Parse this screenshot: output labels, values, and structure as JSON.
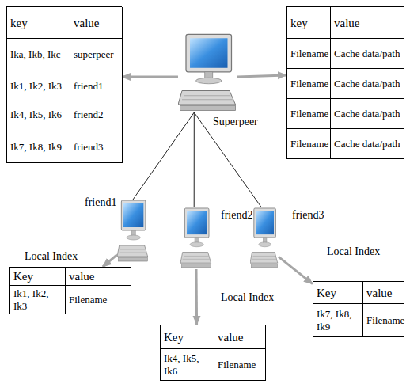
{
  "diagram": {
    "nodes": [
      {
        "text": [
          "Superpeer"
        ]
      },
      {
        "text": [
          "key",
          "value",
          "Ika, Ikb, Ikc",
          "superpeer",
          "Ik1, Ik2, Ik3",
          "friend1",
          "Ik4, Ik5, Ik6",
          "friend2",
          "Ik7, Ik8, Ik9",
          "friend3"
        ]
      },
      {
        "text": [
          "key",
          "value",
          "Filename",
          "Cache data/path",
          "Filename",
          "Cache data/path",
          "Filename",
          "Cache data/path",
          "Filename",
          "Cache data/path"
        ]
      },
      {
        "text": [
          "friend1"
        ]
      },
      {
        "text": [
          "friend2"
        ]
      },
      {
        "text": [
          "friend3"
        ]
      },
      {
        "text": [
          "Local Index",
          "Key",
          "value",
          "Ik1, Ik2, Ik3",
          "Filename"
        ]
      },
      {
        "text": [
          "Local Index",
          "Key",
          "value",
          "Ik4, Ik5, Ik6",
          "Filename"
        ]
      },
      {
        "text": [
          "Local Index",
          "Key",
          "value",
          "Ik7, Ik8, Ik9",
          "Filename"
        ]
      }
    ],
    "edges": [
      {
        "from": 0,
        "to": 1,
        "arrow": "to"
      },
      {
        "from": 0,
        "to": 2,
        "arrow": "to"
      },
      {
        "from": 0,
        "to": 3,
        "arrow": "none"
      },
      {
        "from": 0,
        "to": 4,
        "arrow": "none"
      },
      {
        "from": 0,
        "to": 5,
        "arrow": "none"
      },
      {
        "from": 3,
        "to": 6,
        "arrow": "to"
      },
      {
        "from": 4,
        "to": 7,
        "arrow": "to"
      },
      {
        "from": 5,
        "to": 8,
        "arrow": "to"
      }
    ]
  }
}
